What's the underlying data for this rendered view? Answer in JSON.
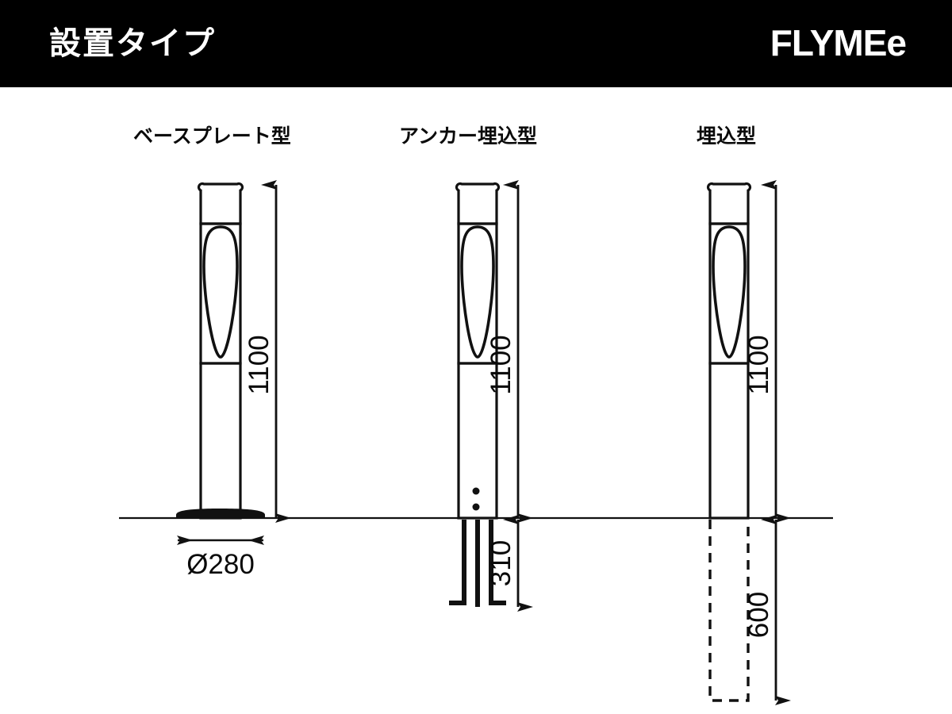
{
  "header": {
    "title": "設置タイプ",
    "brand": "FLYMEe",
    "background_color": "#000000",
    "text_color": "#ffffff"
  },
  "drawing": {
    "background_color": "#ffffff",
    "line_color": "#111111",
    "ground_line_label": "ground-line",
    "figures": [
      {
        "id": "base-plate",
        "label": "ベースプレート型",
        "height_dim": "1100",
        "width_dim": "Ø280",
        "below_ground_dim": null
      },
      {
        "id": "anchor-embedded",
        "label": "アンカー埋込型",
        "height_dim": "1100",
        "width_dim": null,
        "below_ground_dim": "310"
      },
      {
        "id": "embedded",
        "label": "埋込型",
        "height_dim": "1100",
        "width_dim": null,
        "below_ground_dim": "600"
      }
    ]
  }
}
